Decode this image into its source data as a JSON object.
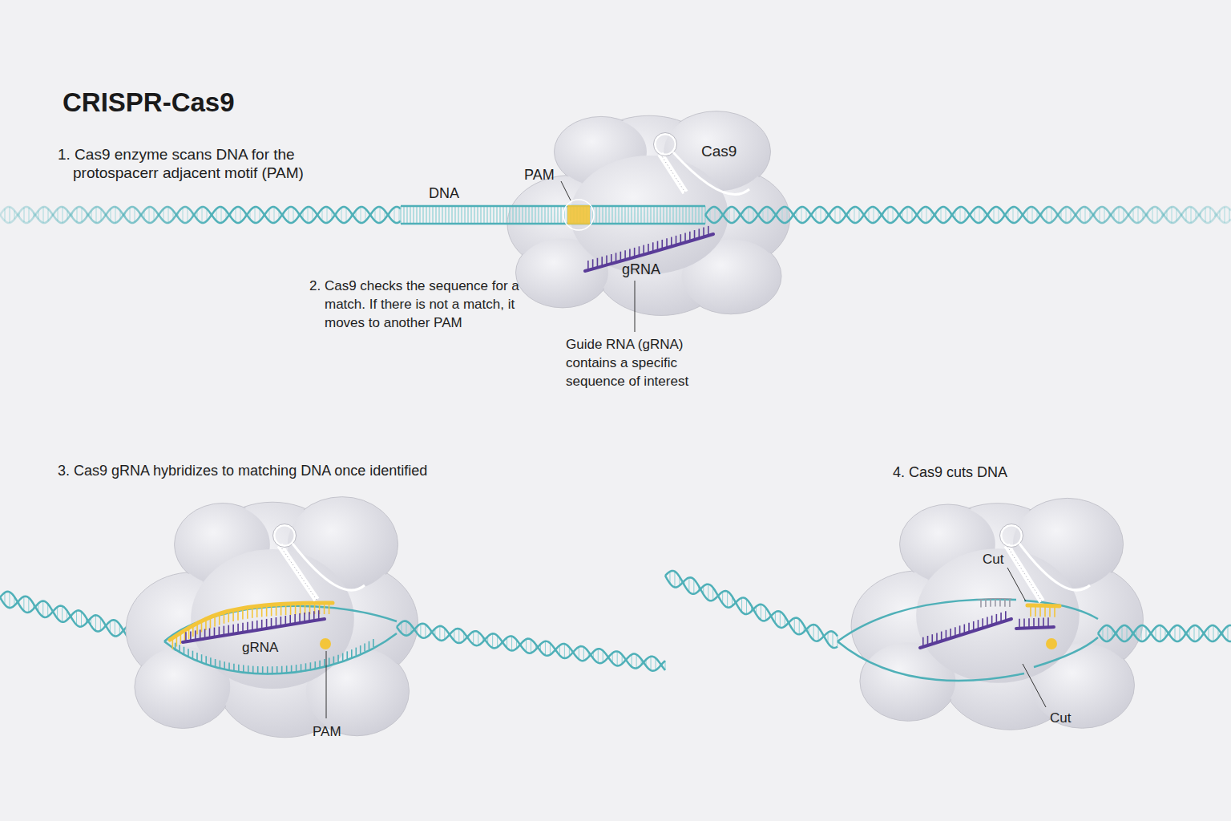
{
  "diagram": {
    "title": "CRISPR-Cas9",
    "labels": [
      "1. Cas9 enzyme scans DNA for the protospacerr adjacent motif (PAM)",
      "DNA",
      "PAM",
      "Cas9",
      "gRNA",
      "2. Cas9 checks the sequence for a match. If there is not a match, it moves to another PAM",
      "Guide RNA (gRNA) contains a specific sequence of interest",
      "3. Cas9 gRNA hybridizes to matching DNA once identified",
      "gRNA",
      "PAM",
      "4. Cas9 cuts DNA",
      "Cut",
      "Cut"
    ]
  }
}
